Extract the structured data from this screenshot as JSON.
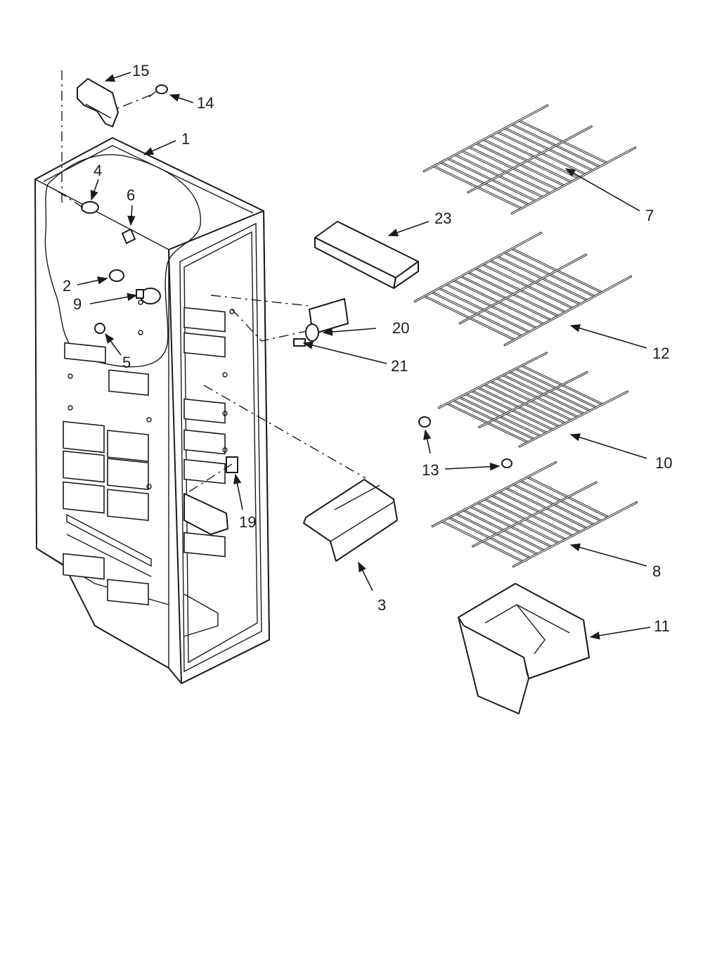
{
  "callouts": {
    "c1": "1",
    "c2": "2",
    "c3": "3",
    "c4": "4",
    "c5": "5",
    "c6": "6",
    "c7": "7",
    "c8": "8",
    "c9": "9",
    "c10": "10",
    "c11": "11",
    "c12": "12",
    "c13": "13",
    "c14": "14",
    "c15": "15",
    "c19": "19",
    "c20": "20",
    "c21": "21",
    "c23": "23"
  }
}
